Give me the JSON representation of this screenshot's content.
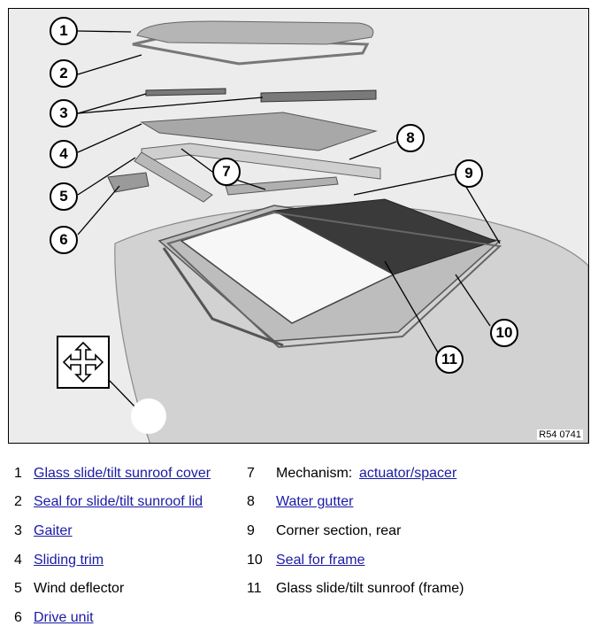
{
  "figure": {
    "reference": "R54 0741",
    "callouts": [
      "1",
      "2",
      "3",
      "4",
      "5",
      "6",
      "7",
      "8",
      "9",
      "10",
      "11"
    ]
  },
  "legend": {
    "items": [
      {
        "number": "1",
        "prefix": "",
        "link": "Glass slide/tilt sunroof cover",
        "text": ""
      },
      {
        "number": "2",
        "prefix": "",
        "link": "Seal for slide/tilt sunroof lid",
        "text": ""
      },
      {
        "number": "3",
        "prefix": "",
        "link": "Gaiter",
        "text": ""
      },
      {
        "number": "4",
        "prefix": "",
        "link": "Sliding trim",
        "text": ""
      },
      {
        "number": "5",
        "prefix": "",
        "link": "",
        "text": "Wind deflector"
      },
      {
        "number": "6",
        "prefix": "",
        "link": "Drive unit",
        "text": ""
      },
      {
        "number": "7",
        "prefix": "Mechanism: ",
        "link": "actuator/spacer",
        "text": ""
      },
      {
        "number": "8",
        "prefix": "",
        "link": "Water gutter",
        "text": ""
      },
      {
        "number": "9",
        "prefix": "",
        "link": "",
        "text": "Corner section, rear"
      },
      {
        "number": "10",
        "prefix": "",
        "link": "Seal for frame",
        "text": ""
      },
      {
        "number": "11",
        "prefix": "",
        "link": "",
        "text": "Glass slide/tilt sunroof (frame)"
      }
    ]
  },
  "colors": {
    "link": "#1a1aa6",
    "figure_bg": "#ececec"
  }
}
